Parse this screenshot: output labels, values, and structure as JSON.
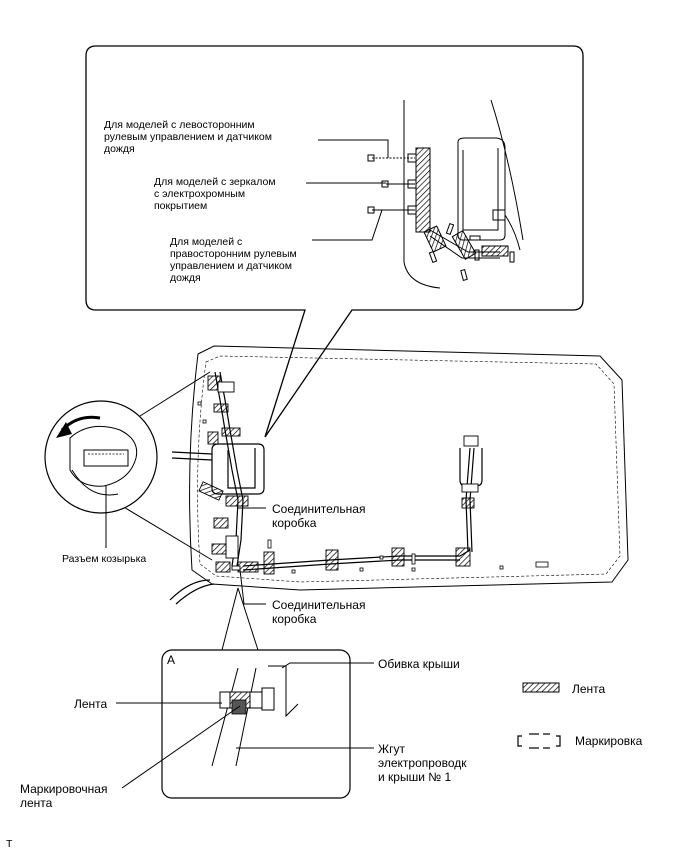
{
  "callout_labels": {
    "lhd_rain": "Для моделей с левосторонним\nрулевым управлением и датчиком\nдождя",
    "ec_mirror": "Для моделей с зеркалом\nс электрохромным\nпокрытием",
    "rhd_rain": "Для моделей с\nправосторонним рулевым\nуправлением и датчиком\nдождя"
  },
  "labels": {
    "visor_connector": "Разъем козырька",
    "junction_box_1": "Соединительная\nкоробка",
    "junction_box_2": "Соединительная\nкоробка",
    "detail_letter": "A",
    "roof_lining": "Обивка крыши",
    "tape": "Лента",
    "marking_tape": "Маркировочная\nлента",
    "roof_harness": "Жгут\nэлектропроводк\nи крыши № 1"
  },
  "legend": {
    "tape_label": "Лента",
    "marking_label": "Маркировка"
  },
  "footer": {
    "code": "T"
  }
}
